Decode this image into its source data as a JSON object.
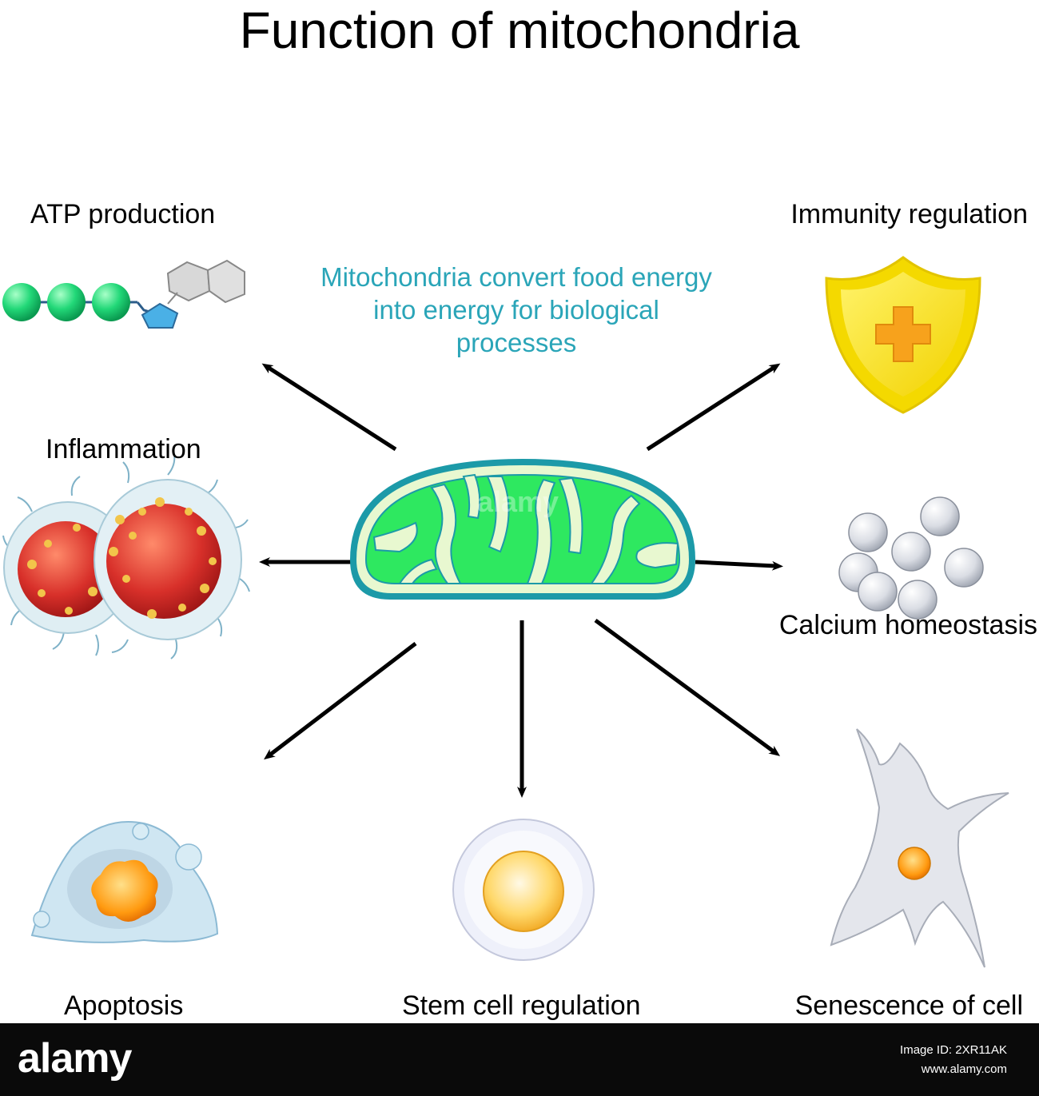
{
  "title": "Function of mitochondria",
  "center": {
    "caption": "Mitochondria convert food energy into energy for biological processes",
    "watermark": "alamy"
  },
  "functions": [
    {
      "id": "atp",
      "label": "ATP production"
    },
    {
      "id": "immunity",
      "label": "Immunity regulation"
    },
    {
      "id": "inflammation",
      "label": "Inflammation"
    },
    {
      "id": "calcium",
      "label": "Calcium homeostasis"
    },
    {
      "id": "apoptosis",
      "label": "Apoptosis"
    },
    {
      "id": "stem",
      "label": "Stem cell regulation"
    },
    {
      "id": "senescence",
      "label": "Senescence of cell"
    }
  ],
  "footer": {
    "brand": "alamy",
    "meta_line1": "Image ID: 2XR11AK",
    "meta_line2": "www.alamy.com"
  },
  "colors": {
    "caption": "#2aa5b8",
    "mito_matrix": "#2ee860",
    "mito_outer": "#1c9aa8",
    "mito_intermembrane": "#e8f8d0"
  }
}
